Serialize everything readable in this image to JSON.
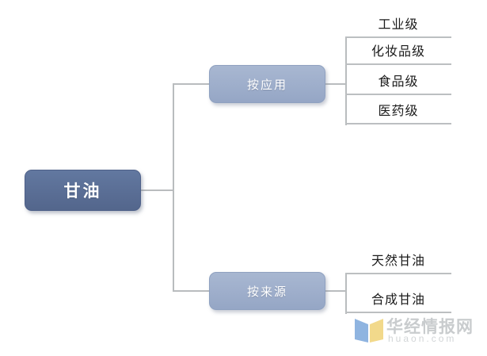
{
  "diagram": {
    "type": "tree",
    "orientation": "left-to-right",
    "background_color": "#ffffff",
    "root": {
      "label": "甘油",
      "fill_color": "#5a6e95",
      "text_color": "#ffffff"
    },
    "branches": [
      {
        "label": "按应用",
        "fill_color": "#9eaecb",
        "text_color": "#ffffff",
        "leaves": [
          {
            "label": "工业级"
          },
          {
            "label": "化妆品级"
          },
          {
            "label": "食品级"
          },
          {
            "label": "医药级"
          }
        ]
      },
      {
        "label": "按来源",
        "fill_color": "#9eaecb",
        "text_color": "#ffffff",
        "leaves": [
          {
            "label": "天然甘油"
          },
          {
            "label": "合成甘油"
          }
        ]
      }
    ],
    "connector_color": "#b9bcbe",
    "leaf_text_color": "#1b1b1b",
    "leaf_rule_color": "#bcbfc1"
  },
  "watermark": {
    "brand_cn": "华经情报网",
    "brand_url": "huaon.com",
    "logo_color_left": "#8fb4e0",
    "logo_color_right": "#f2d98b",
    "text_color": "#c9ccce"
  }
}
